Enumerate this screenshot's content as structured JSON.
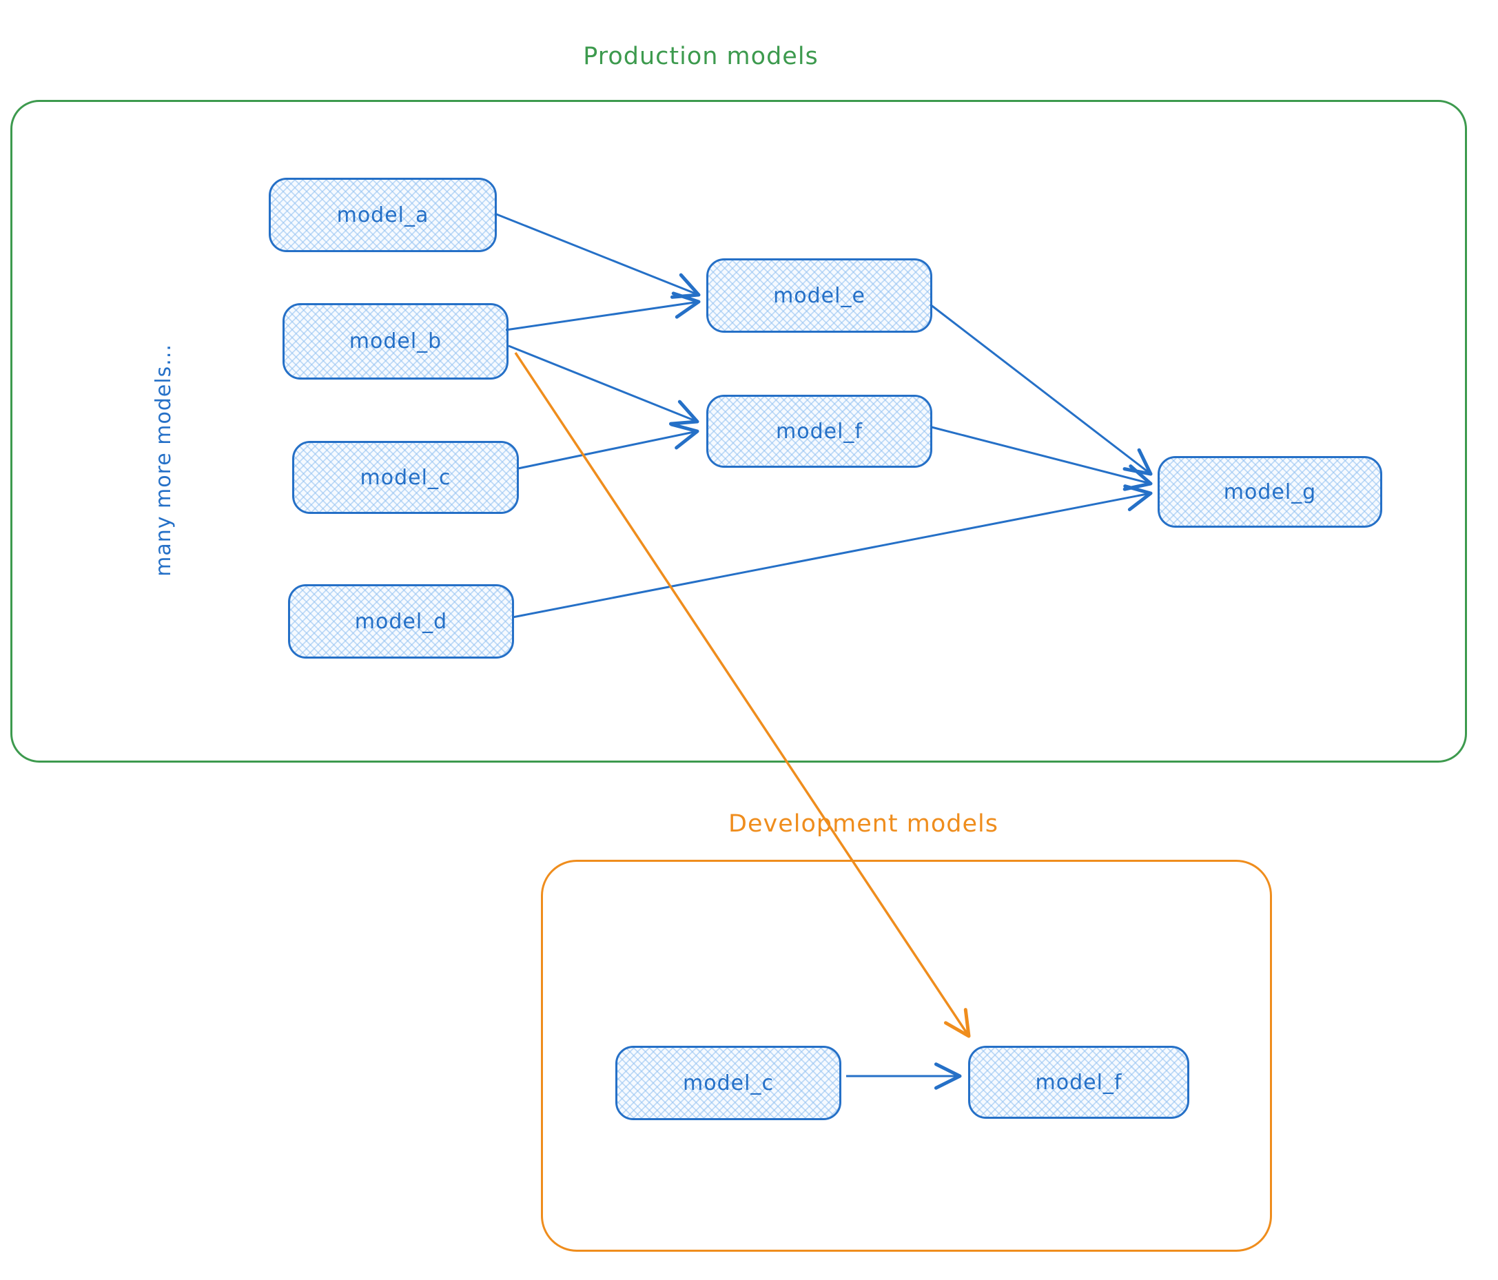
{
  "production": {
    "title": "Production models",
    "side_note": "many more models...",
    "nodes": {
      "model_a": {
        "label": "model_a"
      },
      "model_b": {
        "label": "model_b"
      },
      "model_c": {
        "label": "model_c"
      },
      "model_d": {
        "label": "model_d"
      },
      "model_e": {
        "label": "model_e"
      },
      "model_f": {
        "label": "model_f"
      },
      "model_g": {
        "label": "model_g"
      }
    }
  },
  "development": {
    "title": "Development models",
    "nodes": {
      "model_c": {
        "label": "model_c"
      },
      "model_f": {
        "label": "model_f"
      }
    }
  },
  "edges": [
    {
      "from": "production.model_a",
      "to": "production.model_e",
      "color": "blue"
    },
    {
      "from": "production.model_b",
      "to": "production.model_e",
      "color": "blue"
    },
    {
      "from": "production.model_b",
      "to": "production.model_f",
      "color": "blue"
    },
    {
      "from": "production.model_c",
      "to": "production.model_f",
      "color": "blue"
    },
    {
      "from": "production.model_e",
      "to": "production.model_g",
      "color": "blue"
    },
    {
      "from": "production.model_f",
      "to": "production.model_g",
      "color": "blue"
    },
    {
      "from": "production.model_d",
      "to": "production.model_g",
      "color": "blue"
    },
    {
      "from": "production.model_b",
      "to": "development.model_f",
      "color": "orange"
    },
    {
      "from": "development.model_c",
      "to": "development.model_f",
      "color": "blue"
    }
  ],
  "colors": {
    "node_stroke": "#2570c7",
    "node_fill_hatch": "#90c0f0",
    "text_blue": "#2570c7",
    "production_green": "#3d9a4e",
    "development_orange": "#ef8d1d",
    "background": "#ffffff"
  }
}
